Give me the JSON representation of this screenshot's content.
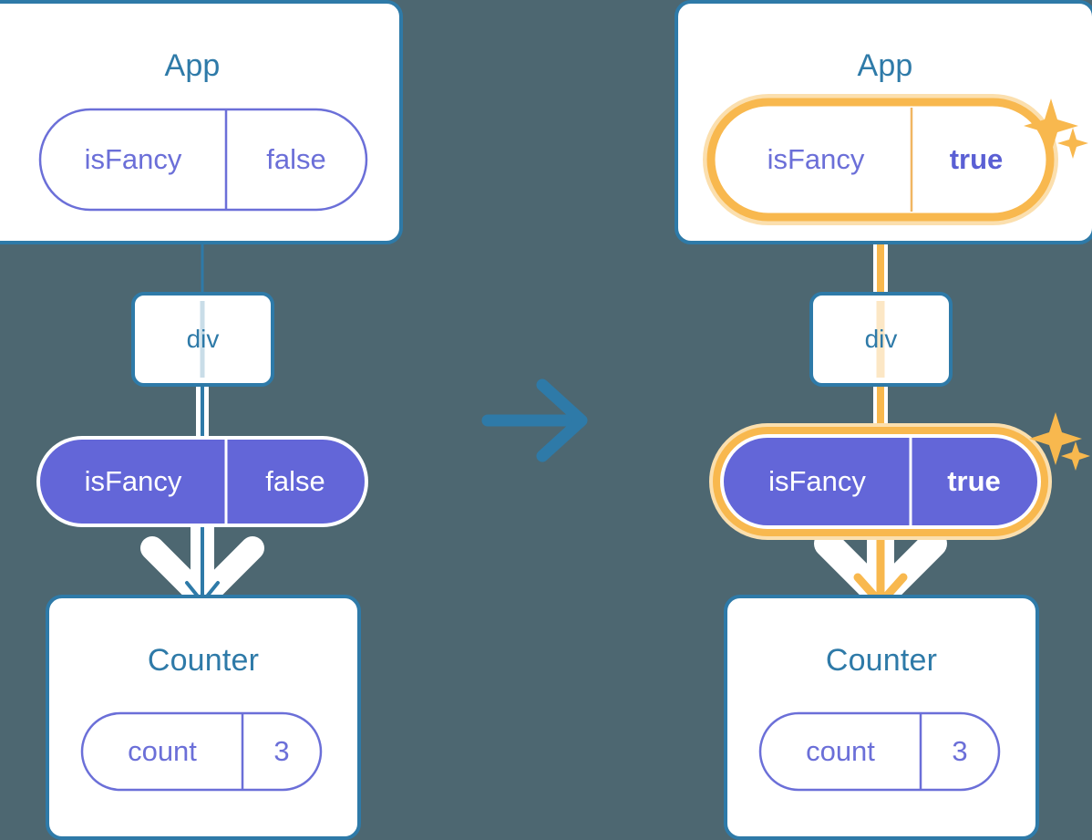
{
  "diagram": {
    "type": "react-state-propagation",
    "background_color": "#4d6771",
    "accent_blue": "#2e7aa8",
    "accent_purple": "#6366d8",
    "accent_orange": "#f8b84e",
    "accent_orange_halo": "#fbdfae",
    "transition_arrow": "arrow-right"
  },
  "left": {
    "app": {
      "title": "App",
      "prop": {
        "key": "isFancy",
        "value": "false"
      }
    },
    "div": {
      "label": "div"
    },
    "prop_pill": {
      "key": "isFancy",
      "value": "false"
    },
    "counter": {
      "title": "Counter",
      "state": {
        "key": "count",
        "value": "3"
      }
    }
  },
  "right": {
    "app": {
      "title": "App",
      "prop": {
        "key": "isFancy",
        "value": "true"
      },
      "highlighted": true,
      "sparkle": "sparkles-icon"
    },
    "div": {
      "label": "div"
    },
    "prop_pill": {
      "key": "isFancy",
      "value": "true",
      "highlighted": true,
      "sparkle": "sparkles-icon"
    },
    "counter": {
      "title": "Counter",
      "state": {
        "key": "count",
        "value": "3"
      }
    }
  }
}
